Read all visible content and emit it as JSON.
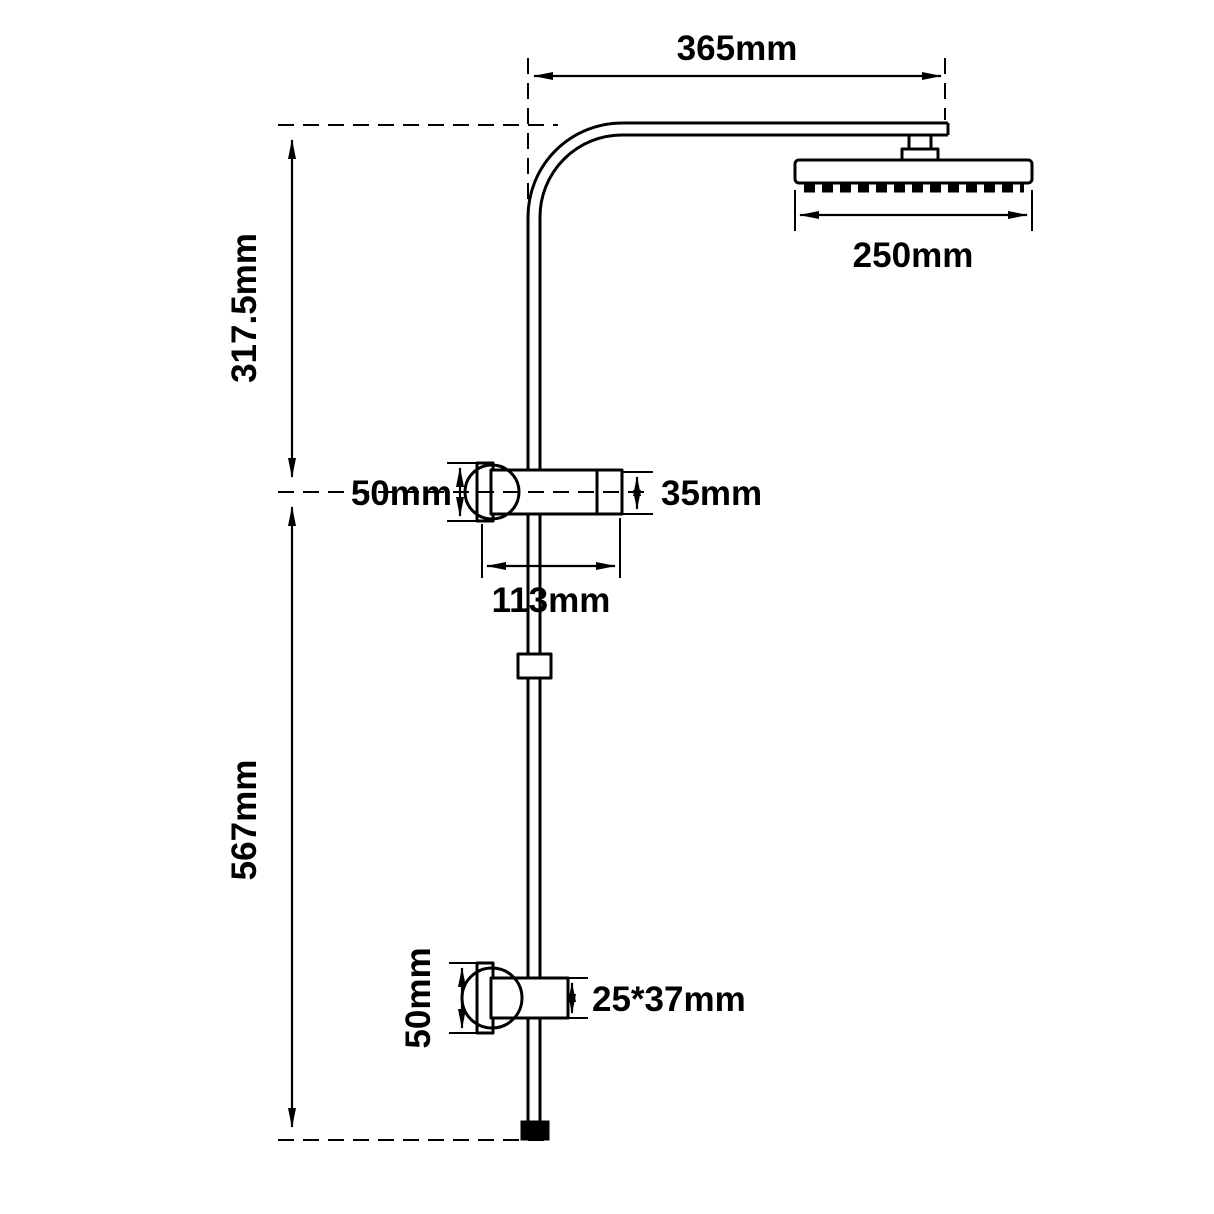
{
  "diagram": {
    "kind": "technical-dimension-drawing",
    "subject": "wall shower rail with square rain head, hand shower holder and lower bracket",
    "labels": {
      "top_width": "365mm",
      "head_width": "250mm",
      "upper_height": "317.5mm",
      "lower_height": "567mm",
      "upper_bracket_height": "50mm",
      "upper_bracket_thickness": "35mm",
      "upper_bracket_length": "113mm",
      "lower_bracket_height": "50mm",
      "lower_bracket_size": "25*37mm"
    },
    "colors": {
      "line": "#000000",
      "background": "#ffffff"
    }
  }
}
